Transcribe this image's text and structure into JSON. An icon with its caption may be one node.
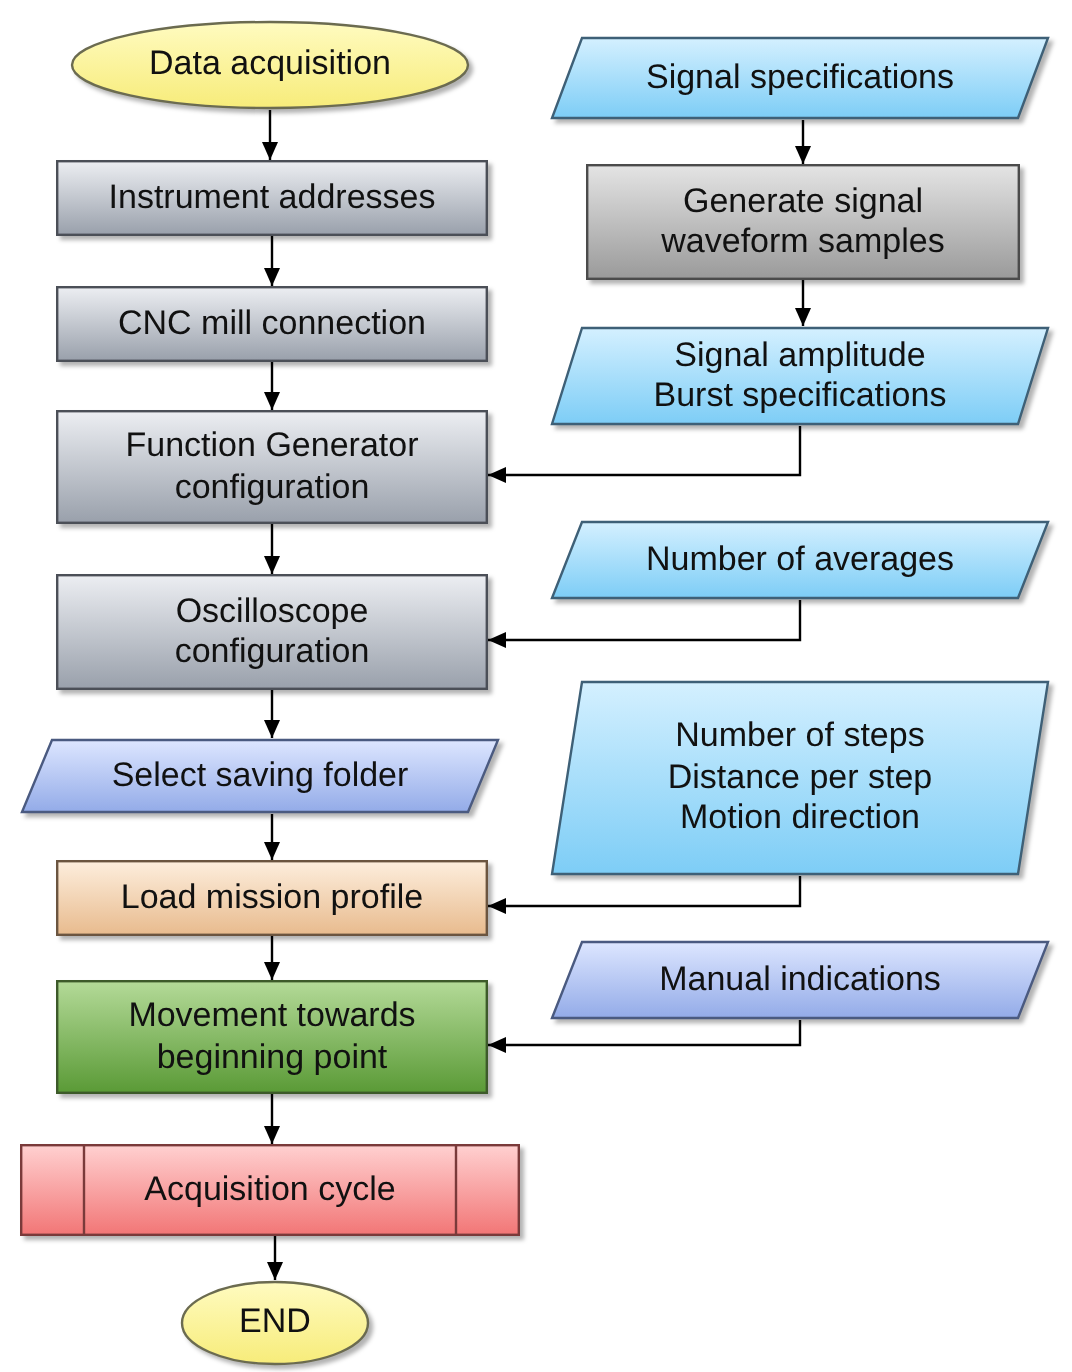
{
  "diagram": {
    "nodes": [
      {
        "text": [
          "Data acquisition"
        ]
      },
      {
        "text": [
          "Instrument addresses"
        ]
      },
      {
        "text": [
          "CNC mill connection"
        ]
      },
      {
        "text": [
          "Function Generator configuration"
        ]
      },
      {
        "text": [
          "Oscilloscope configuration"
        ]
      },
      {
        "text": [
          "Select saving folder"
        ]
      },
      {
        "text": [
          "Load mission profile"
        ]
      },
      {
        "text": [
          "Movement towards beginning point"
        ]
      },
      {
        "text": [
          "Acquisition cycle"
        ]
      },
      {
        "text": [
          "END"
        ]
      },
      {
        "text": [
          "Signal specifications"
        ]
      },
      {
        "text": [
          "Generate signal waveform samples"
        ]
      },
      {
        "text": [
          "Signal amplitude Burst specifications"
        ]
      },
      {
        "text": [
          "Number of averages"
        ]
      },
      {
        "text": [
          "Number of steps Distance per step Motion direction"
        ]
      },
      {
        "text": [
          "Manual indications"
        ]
      }
    ],
    "edges": [
      {
        "from": 0,
        "to": 1,
        "arrow": "to"
      },
      {
        "from": 1,
        "to": 2,
        "arrow": "to"
      },
      {
        "from": 2,
        "to": 3,
        "arrow": "to"
      },
      {
        "from": 3,
        "to": 4,
        "arrow": "to"
      },
      {
        "from": 4,
        "to": 5,
        "arrow": "to"
      },
      {
        "from": 5,
        "to": 6,
        "arrow": "to"
      },
      {
        "from": 6,
        "to": 7,
        "arrow": "to"
      },
      {
        "from": 7,
        "to": 8,
        "arrow": "to"
      },
      {
        "from": 8,
        "to": 9,
        "arrow": "to"
      },
      {
        "from": 10,
        "to": 11,
        "arrow": "to"
      },
      {
        "from": 11,
        "to": 12,
        "arrow": "to"
      },
      {
        "from": 12,
        "to": 3,
        "arrow": "to"
      },
      {
        "from": 13,
        "to": 4,
        "arrow": "to"
      },
      {
        "from": 14,
        "to": 6,
        "arrow": "to"
      },
      {
        "from": 15,
        "to": 7,
        "arrow": "to"
      }
    ]
  }
}
